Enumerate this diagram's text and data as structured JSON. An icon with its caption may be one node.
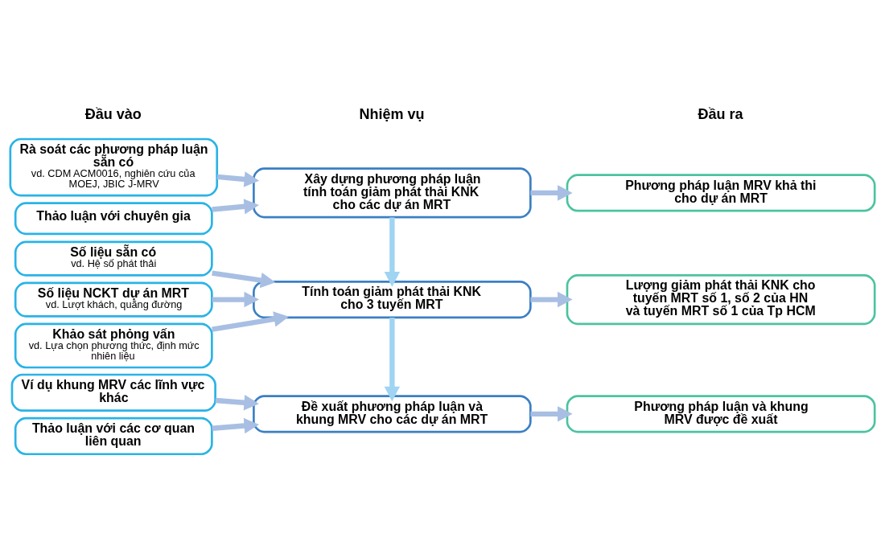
{
  "diagram": {
    "nodes": [
      {
        "text": [
          "Rà soát các phương pháp luận sẵn có",
          "vd. CDM ACM0016, nghiên cứu của MOEJ, JBIC J-MRV"
        ]
      },
      {
        "text": [
          "Thảo luận với chuyên gia"
        ]
      },
      {
        "text": [
          "Xây dựng phương pháp luận tính toán giảm phát thải KNK cho các dự án MRT"
        ]
      },
      {
        "text": [
          "Phương pháp luận MRV khả thi cho dự án MRT"
        ]
      },
      {
        "text": [
          "Số liệu sẵn có",
          "vd. Hệ số phát thải"
        ]
      },
      {
        "text": [
          "Số liệu NCKT dự án MRT",
          "vd. Lượt khách, quãng đường"
        ]
      },
      {
        "text": [
          "Khảo sát phỏng vấn",
          "vd. Lựa chọn phương thức, định mức nhiên liệu"
        ]
      },
      {
        "text": [
          "Tính toán giảm phát thải KNK cho 3 tuyến MRT"
        ]
      },
      {
        "text": [
          "Lượng giảm phát thải KNK cho tuyến MRT số 1, số 2 của HN và tuyến MRT số 1 của Tp HCM"
        ]
      },
      {
        "text": [
          "Ví dụ khung MRV các lĩnh vực khác"
        ]
      },
      {
        "text": [
          "Thảo luận với các cơ quan liên quan"
        ]
      },
      {
        "text": [
          "Đề xuất phương pháp luận và khung MRV cho các dự án MRT"
        ]
      },
      {
        "text": [
          "Phương pháp luận và khung MRV được đề xuất"
        ]
      }
    ],
    "edges": [
      {
        "from": 0,
        "to": 2,
        "arrow": "to"
      },
      {
        "from": 1,
        "to": 2,
        "arrow": "to"
      },
      {
        "from": 2,
        "to": 3,
        "arrow": "to"
      },
      {
        "from": 2,
        "to": 7,
        "arrow": "to",
        "color": "#9fd4f2"
      },
      {
        "from": 4,
        "to": 7,
        "arrow": "to"
      },
      {
        "from": 5,
        "to": 7,
        "arrow": "to"
      },
      {
        "from": 6,
        "to": 7,
        "arrow": "to"
      },
      {
        "from": 7,
        "to": 8,
        "arrow": "to"
      },
      {
        "from": 7,
        "to": 11,
        "arrow": "to",
        "color": "#9fd4f2"
      },
      {
        "from": 9,
        "to": 11,
        "arrow": "to"
      },
      {
        "from": 10,
        "to": 11,
        "arrow": "to"
      },
      {
        "from": 11,
        "to": 12,
        "arrow": "to"
      }
    ],
    "labels": [
      "Đầu vào",
      "Nhiệm vụ",
      "Đầu ra"
    ]
  }
}
